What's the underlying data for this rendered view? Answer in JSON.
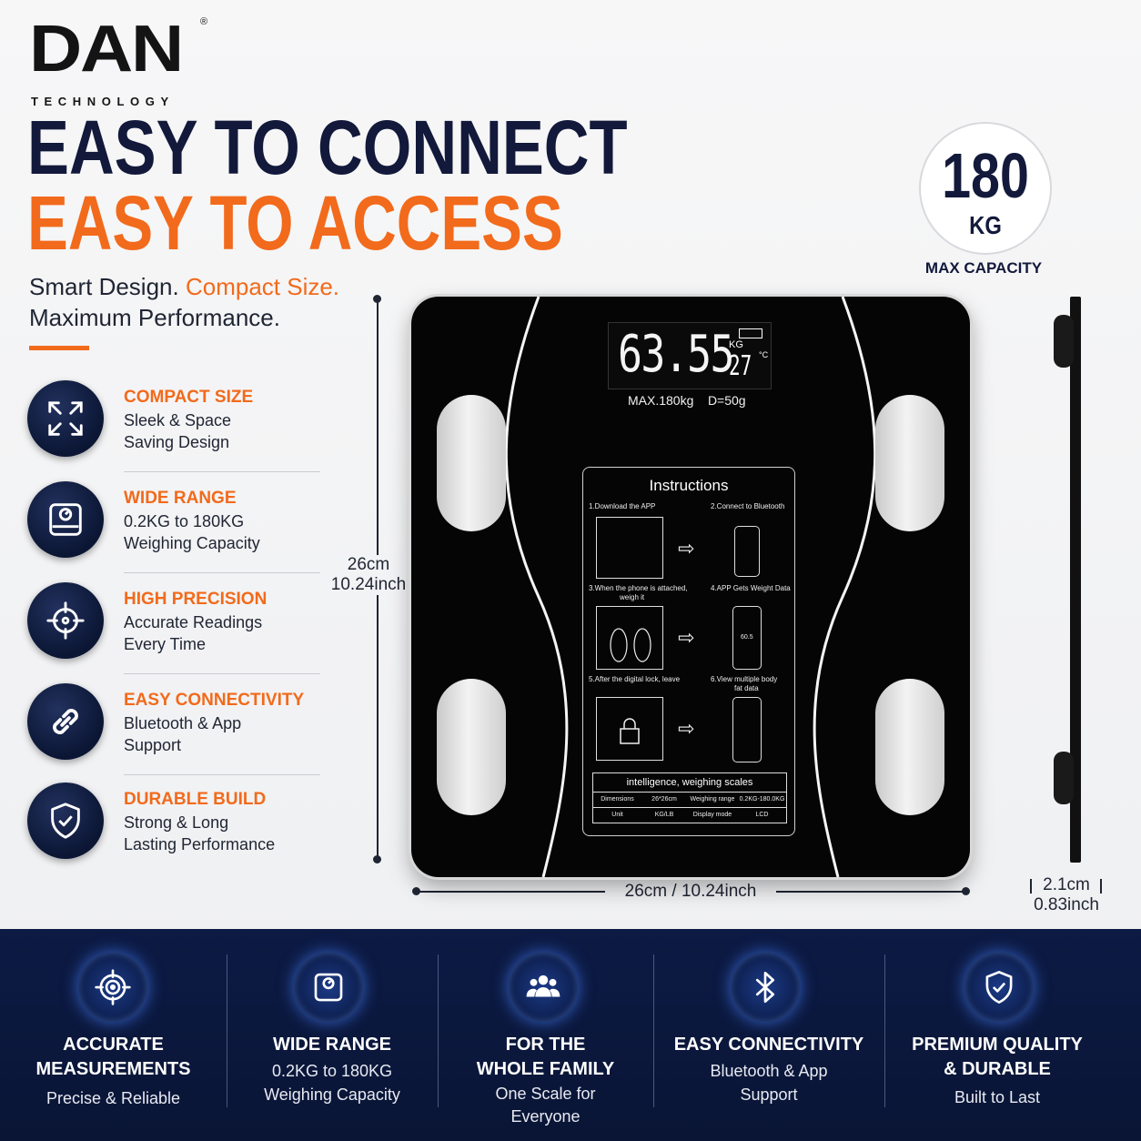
{
  "logo": {
    "word": "DAN",
    "registered": "®",
    "sub": "TECHNOLOGY"
  },
  "headline": {
    "line1": "EASY TO CONNECT",
    "line2": "EASY TO ACCESS"
  },
  "tagline": {
    "part1": "Smart Design.",
    "part2": "Compact Size.",
    "line2": "Maximum Performance."
  },
  "features": [
    {
      "title": "COMPACT SIZE",
      "line1": "Sleek & Space",
      "line2": "Saving Design",
      "icon": "expand-arrows-icon"
    },
    {
      "title": "WIDE RANGE",
      "line1": "0.2KG to 180KG",
      "line2": "Weighing Capacity",
      "icon": "scale-icon"
    },
    {
      "title": "HIGH PRECISION",
      "line1": "Accurate Readings",
      "line2": "Every Time",
      "icon": "crosshair-icon"
    },
    {
      "title": "EASY CONNECTIVITY",
      "line1": "Bluetooth & App",
      "line2": "Support",
      "icon": "link-icon"
    },
    {
      "title": "DURABLE BUILD",
      "line1": "Strong & Long",
      "line2": "Lasting Performance",
      "icon": "shield-check-icon"
    }
  ],
  "capacity": {
    "value": "180",
    "unit": "KG",
    "label": "MAX CAPACITY"
  },
  "dimensions": {
    "height_cm": "26cm",
    "height_in": "10.24inch",
    "width": "26cm / 10.24inch",
    "thickness_cm": "2.1cm",
    "thickness_in": "0.83inch"
  },
  "display": {
    "weight": "63.55",
    "unit": "KG",
    "temp": "27",
    "temp_unit": "°C"
  },
  "scale_spec": {
    "max": "MAX.180kg",
    "division": "D=50g"
  },
  "instructions": {
    "title": "Instructions",
    "step1": "1.Download the APP",
    "step2": "2.Connect to Bluetooth",
    "step3a": "3.When the phone is attached,",
    "step3b": "weigh it",
    "step4": "4.APP Gets Weight Data",
    "step5": "5.After the digital lock, leave",
    "step6a": "6.View multiple body",
    "step6b": "fat data",
    "phone_reading": "60.5",
    "table_title": "intelligence, weighing scales",
    "table": [
      [
        "Dimensions",
        "26*26cm",
        "Weighing range",
        "0.2KG-180.0KG"
      ],
      [
        "Unit",
        "KG/LB",
        "Display mode",
        "LCD"
      ]
    ]
  },
  "banner": [
    {
      "title1": "ACCURATE",
      "title2": "MEASUREMENTS",
      "desc1": "Precise & Reliable",
      "desc2": "",
      "icon": "target-icon"
    },
    {
      "title1": "WIDE RANGE",
      "title2": "",
      "desc1": "0.2KG to 180KG",
      "desc2": "Weighing Capacity",
      "icon": "scale-icon"
    },
    {
      "title1": "FOR THE",
      "title2": "WHOLE FAMILY",
      "desc1": "One Scale for",
      "desc2": "Everyone",
      "icon": "family-icon"
    },
    {
      "title1": "EASY CONNECTIVITY",
      "title2": "",
      "desc1": "Bluetooth & App",
      "desc2": "Support",
      "icon": "bluetooth-icon"
    },
    {
      "title1": "PREMIUM QUALITY",
      "title2": "& DURABLE",
      "desc1": "Built to Last",
      "desc2": "",
      "icon": "shield-check-icon"
    }
  ],
  "colors": {
    "navy": "#12193a",
    "orange": "#f26a1b",
    "banner": "#0c1a44"
  }
}
